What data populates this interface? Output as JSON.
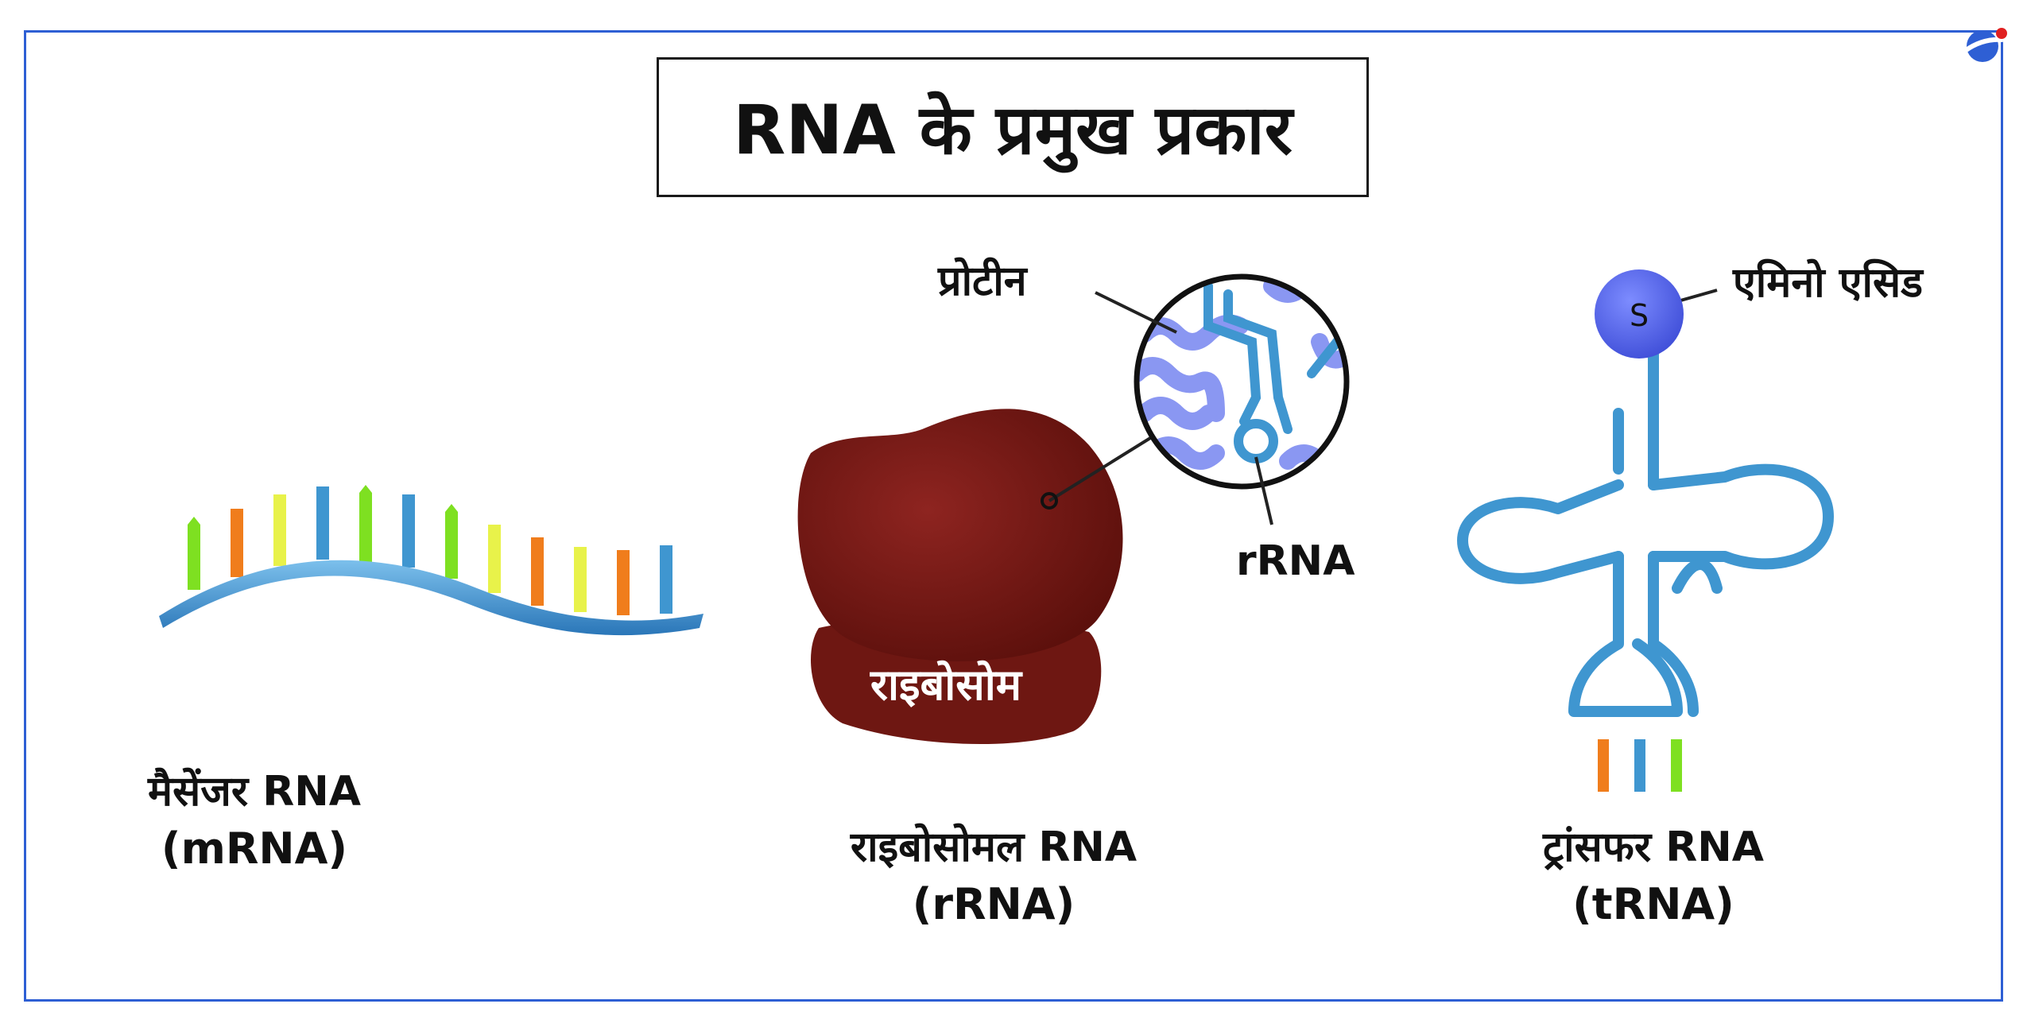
{
  "title": "RNA के प्रमुख प्रकार",
  "mrna": {
    "name": "मैसेंजर RNA",
    "abbr": "(mRNA)"
  },
  "rrna": {
    "name": "राइबोसोमल  RNA",
    "abbr": "(rRNA)",
    "ribosome_label": "राइबोसोम",
    "callout_protein": "प्रोटीन",
    "callout_rrna": "rRNA"
  },
  "trna": {
    "name": "ट्रांसफर RNA",
    "abbr": "(tRNA)",
    "callout_amino": "एमिनो एसिड",
    "amino_symbol": "S"
  },
  "colors": {
    "frame": "#2e5fd4",
    "strand": "#3f96d0",
    "ribosome": "#7a1a14",
    "amino": "#5d6ef0",
    "protein": "#8a97f2"
  }
}
